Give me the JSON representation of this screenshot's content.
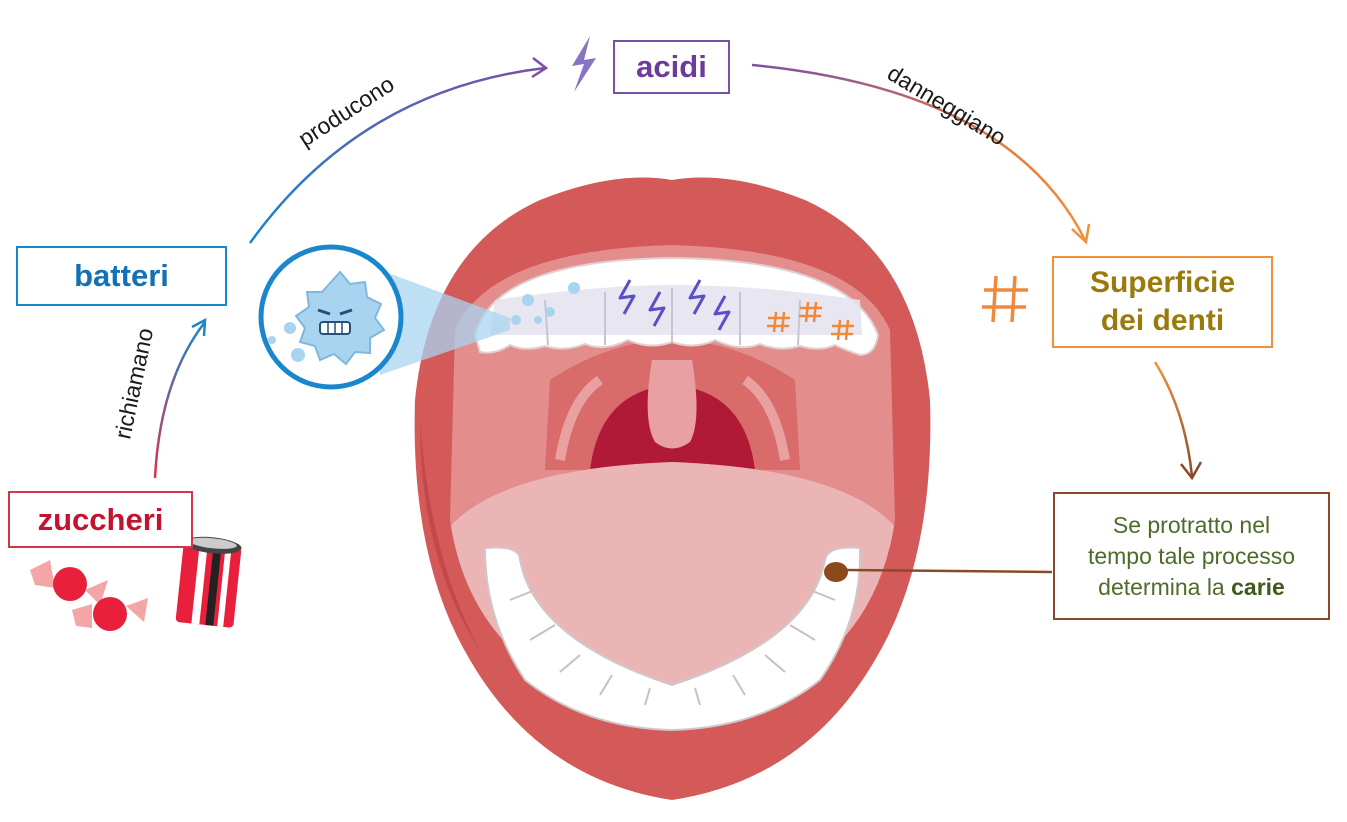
{
  "nodes": {
    "batteri": "batteri",
    "acidi": "acidi",
    "zuccheri": "zuccheri",
    "superficie_line1": "Superficie",
    "superficie_line2": "dei denti",
    "carie_line1": "Se protratto nel",
    "carie_line2": "tempo tale processo",
    "carie_line3_prefix": "determina la",
    "carie_line3_bold": "carie"
  },
  "edges": {
    "producono": "producono",
    "danneggiano": "danneggiano",
    "richiamano": "richiamano"
  },
  "colors": {
    "bacteria_blue": "#1a86cc",
    "acid_purple": "#7b4fa6",
    "sugar_red": "#d3354b",
    "surface_orange": "#f0913a",
    "caries_brown": "#8a4a2a",
    "lip_red": "#d45a5a",
    "mouth_inner": "#e38d8d",
    "throat": "#b01a36"
  },
  "icons": {
    "acid": "lightning-icon",
    "surface": "hash-damage-icon",
    "bacteria": "germ-icon",
    "candy": "wrapped-candy-icon",
    "drink": "soda-can-icon"
  }
}
